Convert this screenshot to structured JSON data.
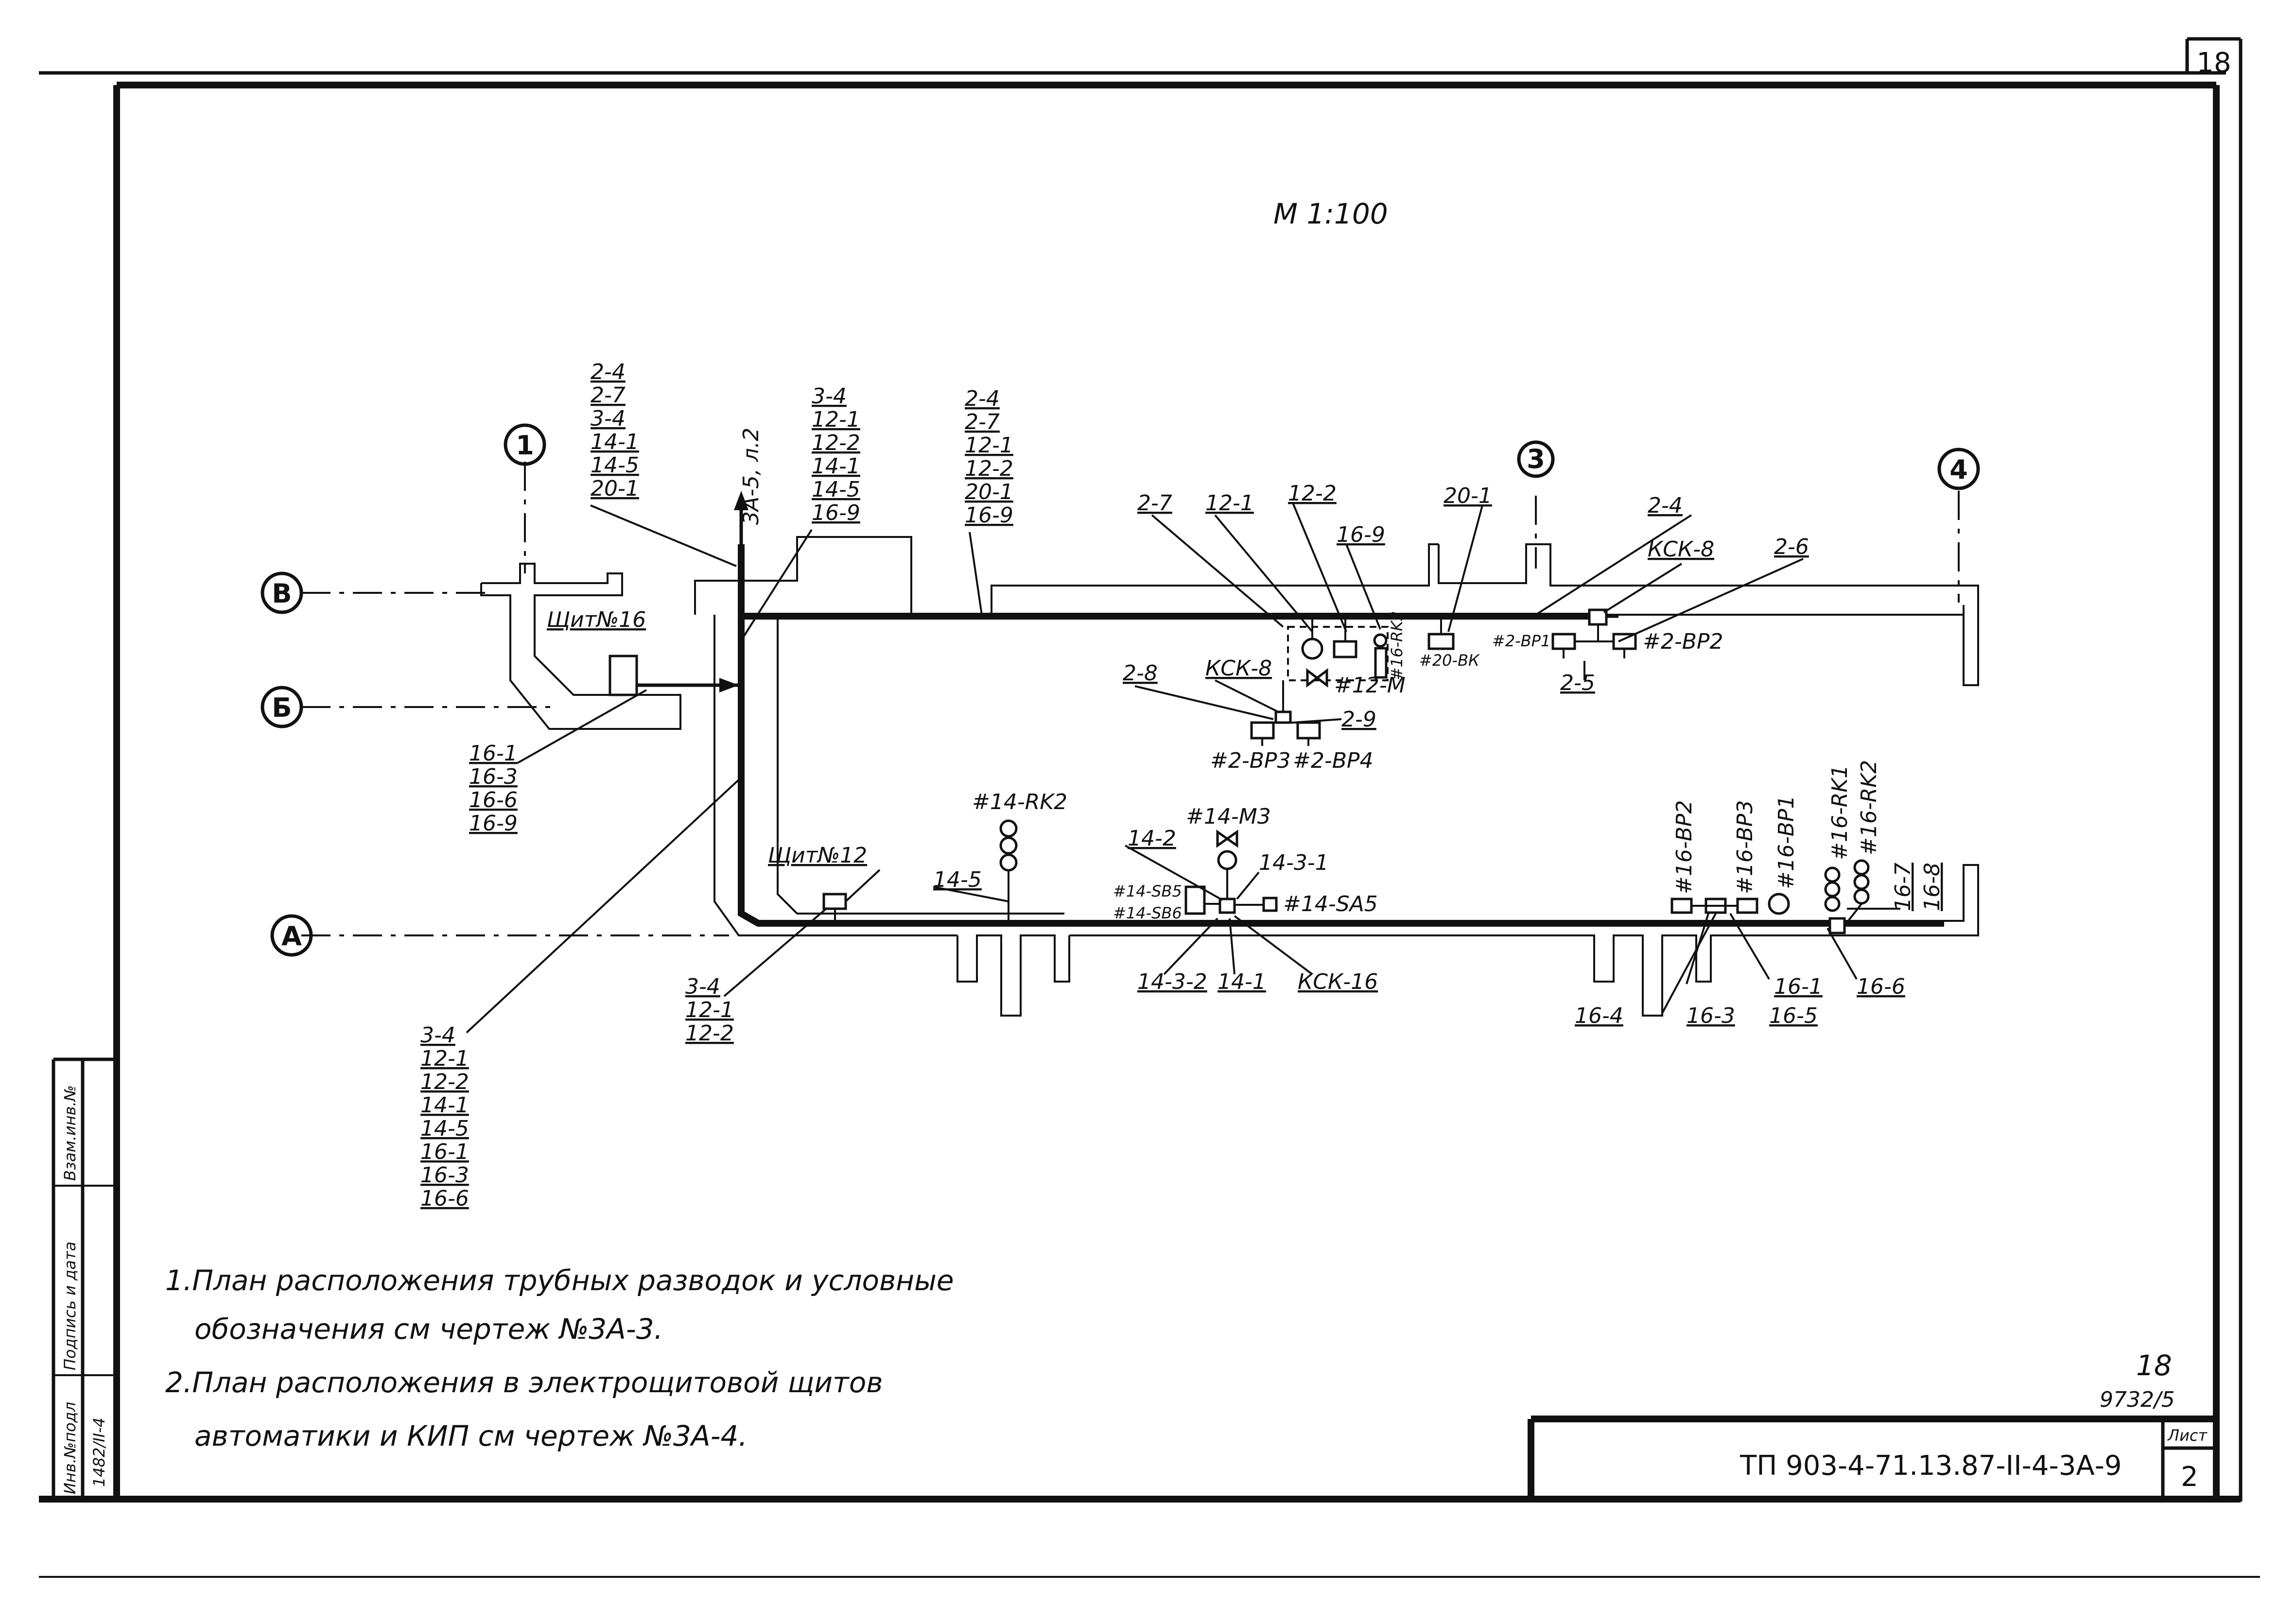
{
  "sheet": {
    "corner_number": "18",
    "scale": "М 1:100",
    "code": "ТП 903-4-71.13.87-II-4-3А-9",
    "list_label": "Лист",
    "list_number": "2",
    "page_num": "18",
    "archive_num": "9732/5",
    "side_stamp": {
      "inv_label": "Инв.№подл",
      "sign_label": "Подпись и дата",
      "replace_label": "Взам.инв.№",
      "inv_value": "1482/II-4"
    }
  },
  "axes": {
    "col_1": "1",
    "col_3": "3",
    "col_4": "4",
    "row_v": "В",
    "row_b": "Б",
    "row_a": "А"
  },
  "panels": {
    "shchit_16": "Щит№16",
    "shchit_12": "Щит№12"
  },
  "riser_label": "3А-5, л.2",
  "bundles": {
    "b1": [
      "2-4",
      "2-7",
      "3-4",
      "14-1",
      "14-5",
      "20-1"
    ],
    "b2": [
      "3-4",
      "12-1",
      "12-2",
      "14-1",
      "14-5",
      "16-9"
    ],
    "b3": [
      "2-4",
      "2-7",
      "12-1",
      "12-2",
      "20-1",
      "16-9"
    ],
    "b4": [
      "16-1",
      "16-3",
      "16-6",
      "16-9"
    ],
    "b5": [
      "3-4",
      "12-1",
      "12-2"
    ],
    "b6": [
      "3-4",
      "12-1",
      "12-2",
      "14-1",
      "14-5",
      "16-1",
      "16-3",
      "16-6"
    ]
  },
  "labels": {
    "l_2_7": "2-7",
    "l_12_1": "12-1",
    "l_12_2": "12-2",
    "l_16_9": "16-9",
    "l_20_1": "20-1",
    "l_2_4": "2-4",
    "l_ksk_8a": "КСК-8",
    "l_2_6": "2-6",
    "l_2_8": "2-8",
    "l_ksk_8b": "КСК-8",
    "l_2_9": "2-9",
    "l_2_5": "2-5",
    "l_2bp1": "#2-ВР1",
    "l_2bp2": "#2-ВР2",
    "l_2bp3": "#2-ВР3",
    "l_2bp4": "#2-ВР4",
    "l_12m": "#12-М",
    "l_16rk3": "#16-RK3",
    "l_20bk": "#20-ВК",
    "l_14rk2": "#14-RK2",
    "l_14m3": "#14-М3",
    "l_14_2": "14-2",
    "l_14_3_1": "14-3-1",
    "l_14_5": "14-5",
    "l_14sb5": "#14-SB5",
    "l_14sb6": "#14-SB6",
    "l_14sa5": "#14-SA5",
    "l_14_3_2": "14-3-2",
    "l_14_1": "14-1",
    "l_ksk_16": "КСК-16",
    "l_16bp2": "#16-ВР2",
    "l_16bp3": "#16-ВР3",
    "l_16bp1": "#16-ВР1",
    "l_16rk1": "#16-RK1",
    "l_16rk2": "#16-RK2",
    "l_16_7": "16-7",
    "l_16_8": "16-8",
    "l_16_1": "16-1",
    "l_16_6": "16-6",
    "l_16_4": "16-4",
    "l_16_3": "16-3",
    "l_16_5": "16-5"
  },
  "notes": {
    "n1a": "1.План расположения трубных разводок и условные",
    "n1b": "обозначения см чертеж №3А-3.",
    "n2a": "2.План расположения в электрощитовой щитов",
    "n2b": "автоматики и КИП см чертеж №3А-4."
  }
}
